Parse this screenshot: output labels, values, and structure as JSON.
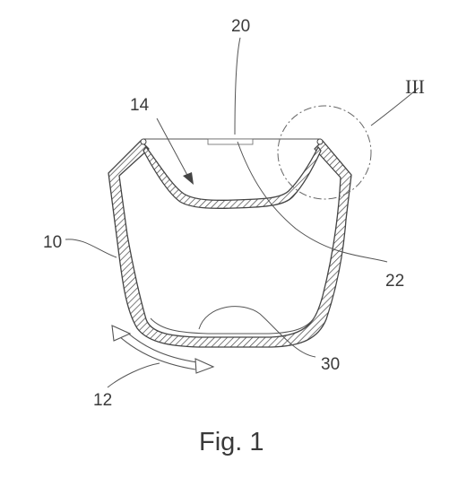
{
  "figure": {
    "caption": "Fig. 1",
    "labels": {
      "ref_10": "10",
      "ref_12": "12",
      "ref_14": "14",
      "ref_20": "20",
      "ref_22": "22",
      "ref_30": "30",
      "detail_III": "III"
    }
  }
}
